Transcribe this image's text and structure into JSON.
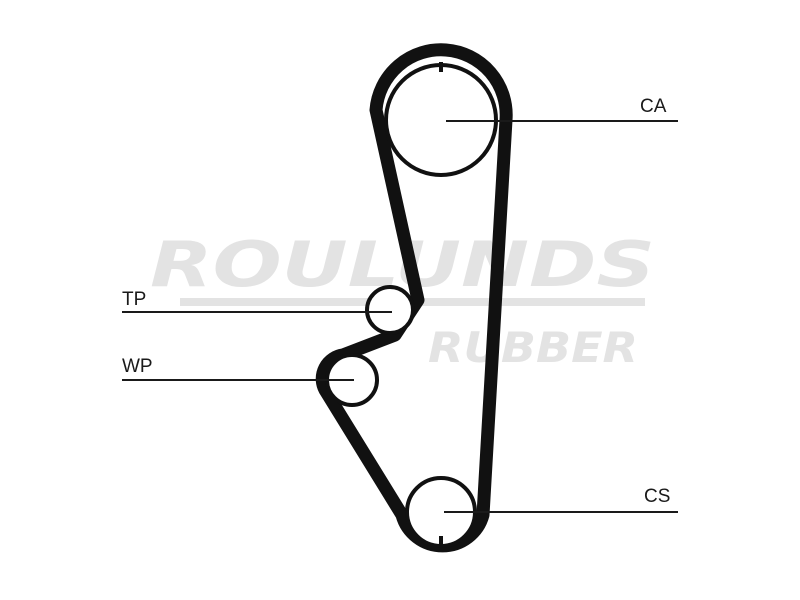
{
  "watermark": {
    "line1": "ROULUNDS",
    "line2": "RUBBER",
    "color": "#e3e3e3"
  },
  "labels": {
    "camshaft": "CA",
    "tensioner": "TP",
    "water_pump": "WP",
    "crankshaft": "CS"
  },
  "colors": {
    "belt": "#111111",
    "pulley": "#111111",
    "leader_line": "#1a1a1a"
  }
}
